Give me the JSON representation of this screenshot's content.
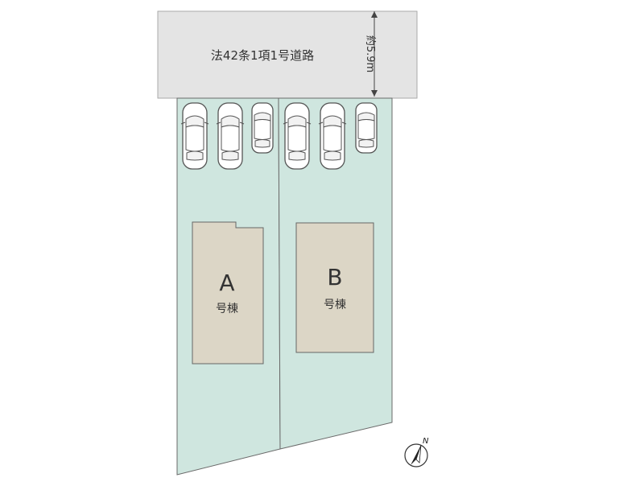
{
  "road": {
    "label": "法42条1項1号道路",
    "width_label": "約5.9m"
  },
  "buildings": [
    {
      "id": "A",
      "letter": "A",
      "suffix": "号棟"
    },
    {
      "id": "B",
      "letter": "B",
      "suffix": "号棟"
    }
  ],
  "compass": {
    "label": "N"
  },
  "colors": {
    "road": "#e4e4e4",
    "lot": "#cfe6df",
    "building": "#dcd6c6",
    "line": "#555555"
  }
}
